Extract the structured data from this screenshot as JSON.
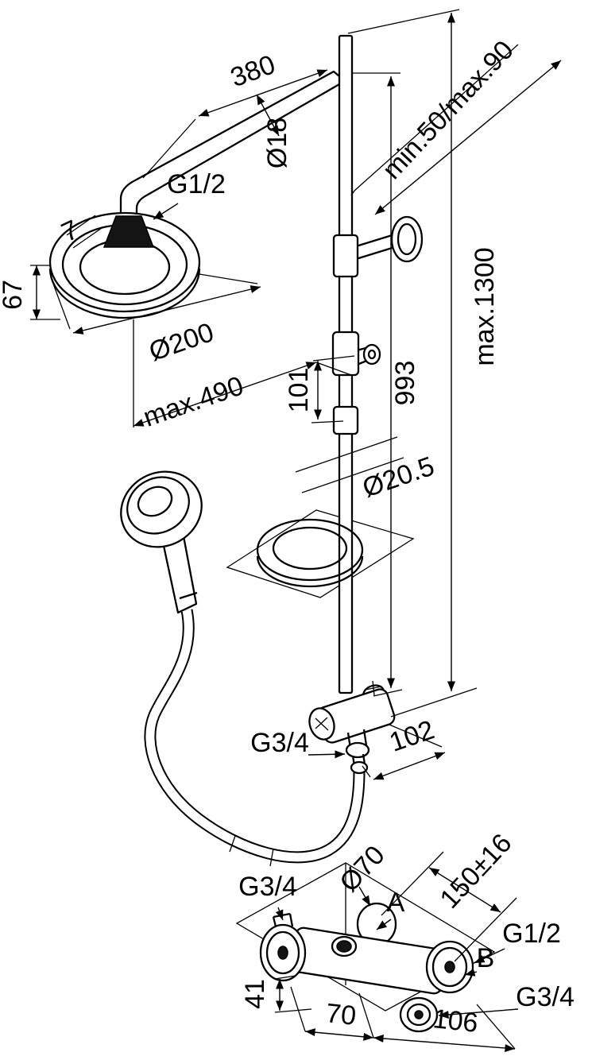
{
  "drawing": {
    "type": "technical-dimension-drawing",
    "subject": "thermostatic shower system with overhead and hand shower",
    "colors": {
      "line": "#000000",
      "background": "#ffffff"
    },
    "labels": {
      "arm_length": "380",
      "arm_diameter": "Ø18",
      "arm_thread": "G1/2",
      "head_rim": "7",
      "head_height": "67",
      "head_diameter": "Ø200",
      "head_reach": "max.490",
      "wall_distance": "min.50/max.90",
      "total_height": "max.1300",
      "riser_height": "993",
      "bracket_offset": "101",
      "riser_diameter": "Ø20.5",
      "diverter_thread": "G3/4",
      "diverter_offset": "102",
      "escutcheon_diameter": "Ø70",
      "mixer_left_thread": "G3/4",
      "supply_spacing": "150±16",
      "port_a": "A",
      "mixer_right_thread": "G1/2",
      "port_b": "B",
      "mixer_height": "41",
      "mixer_center_offset": "70",
      "mixer_width": "106",
      "mixer_bottom_thread": "G3/4"
    }
  }
}
